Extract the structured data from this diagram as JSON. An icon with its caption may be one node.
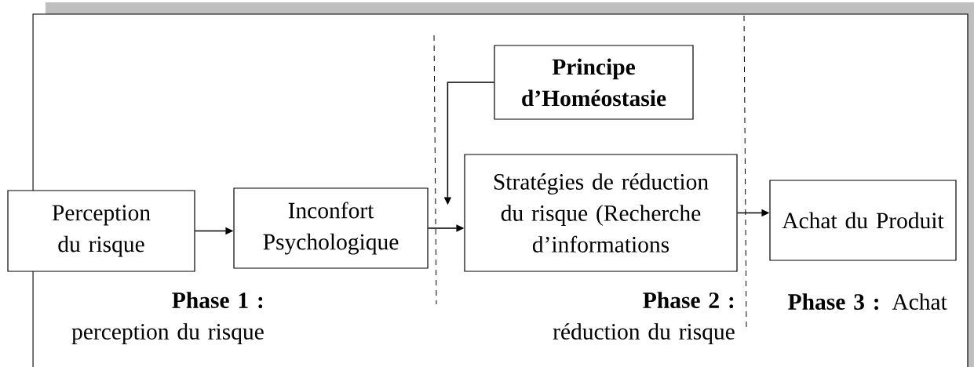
{
  "diagram": {
    "nodes": [
      {
        "text": [
          "Perception du risque"
        ]
      },
      {
        "text": [
          "Inconfort Psychologique"
        ]
      },
      {
        "text": [
          "Principe d’Homéostasie"
        ]
      },
      {
        "text": [
          "Stratégies de réduction du risque (Recherche d’informations"
        ]
      },
      {
        "text": [
          "Achat du Produit"
        ]
      }
    ],
    "edges": [
      {
        "from": 0,
        "to": 1,
        "arrow": "to"
      },
      {
        "from": 1,
        "to": 3,
        "arrow": "to"
      },
      {
        "from": 2,
        "to": 3,
        "arrow": "to"
      },
      {
        "from": 3,
        "to": 4,
        "arrow": "to"
      }
    ],
    "labels": [
      "**Phase 1 :** perception du risque",
      "**Phase 2 :** réduction du risque",
      "**Phase 3 :** Achat"
    ]
  }
}
